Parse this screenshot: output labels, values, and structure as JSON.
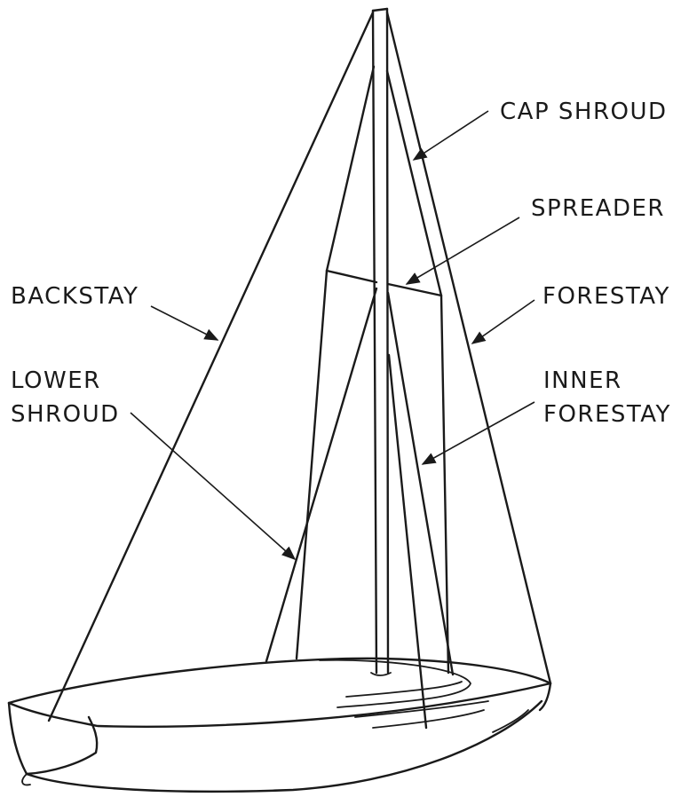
{
  "labels": {
    "cap_shroud": "CAP SHROUD",
    "spreader": "SPREADER",
    "backstay": "BACKSTAY",
    "forestay": "FORESTAY",
    "lower_shroud_line1": "LOWER",
    "lower_shroud_line2": "SHROUD",
    "inner_forestay_line1": "INNER",
    "inner_forestay_line2": "FORESTAY"
  }
}
